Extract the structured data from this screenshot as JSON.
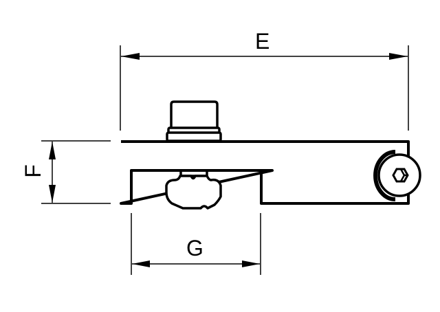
{
  "drawing": {
    "title": "Clamp bracket with T-slot nut – dimension drawing",
    "stroke_color": "#000000",
    "background_color": "#ffffff"
  },
  "dimensions": {
    "e": {
      "label": "E",
      "description": "overall length"
    },
    "f": {
      "label": "F",
      "description": "bracket height"
    },
    "g": {
      "label": "G",
      "description": "slot opening width"
    }
  },
  "parts": [
    {
      "name": "bracket-body",
      "description": "L-shaped bracket arm"
    },
    {
      "name": "top-screw-head",
      "description": "cap screw head on top"
    },
    {
      "name": "t-slot-nut",
      "description": "profile slot nut beneath arm"
    },
    {
      "name": "hex-socket-screw",
      "description": "side hex socket screw at right end"
    }
  ]
}
